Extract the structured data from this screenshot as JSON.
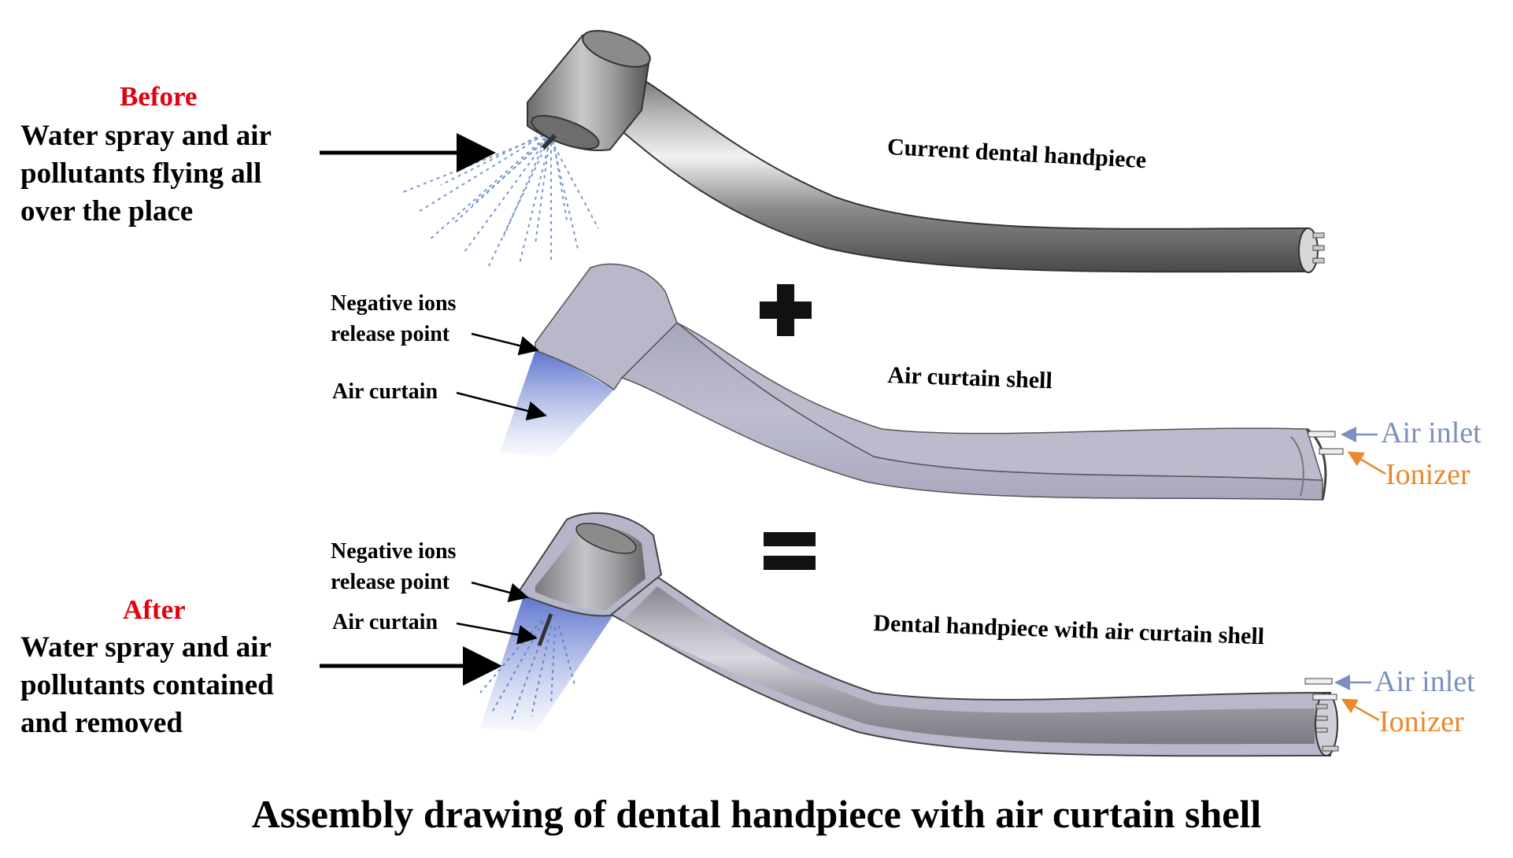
{
  "before": {
    "heading": "Before",
    "lines": [
      "Water spray and air",
      "pollutants flying all",
      "over the place"
    ]
  },
  "after": {
    "heading": "After",
    "lines": [
      "Water spray and air",
      "pollutants contained",
      "and removed"
    ]
  },
  "handpiece_labels": {
    "current": "Current dental handpiece",
    "shell": "Air curtain shell",
    "combined": "Dental handpiece with air curtain shell"
  },
  "annotations": {
    "neg_ions_line1": "Negative ions",
    "neg_ions_line2": "release point",
    "air_curtain": "Air curtain"
  },
  "ports": {
    "air_inlet": "Air inlet",
    "ionizer": "Ionizer"
  },
  "operators": {
    "plus": "+",
    "equals": "="
  },
  "title": "Assembly drawing of dental handpiece with air curtain shell",
  "colors": {
    "before_after_text": "#e3000f",
    "air_inlet": "#7d8fbf",
    "ionizer": "#e8892d",
    "shell_fill": "#b9b8cb",
    "metal_mid": "#9a9a9a",
    "spray": "#5a7cc4"
  }
}
